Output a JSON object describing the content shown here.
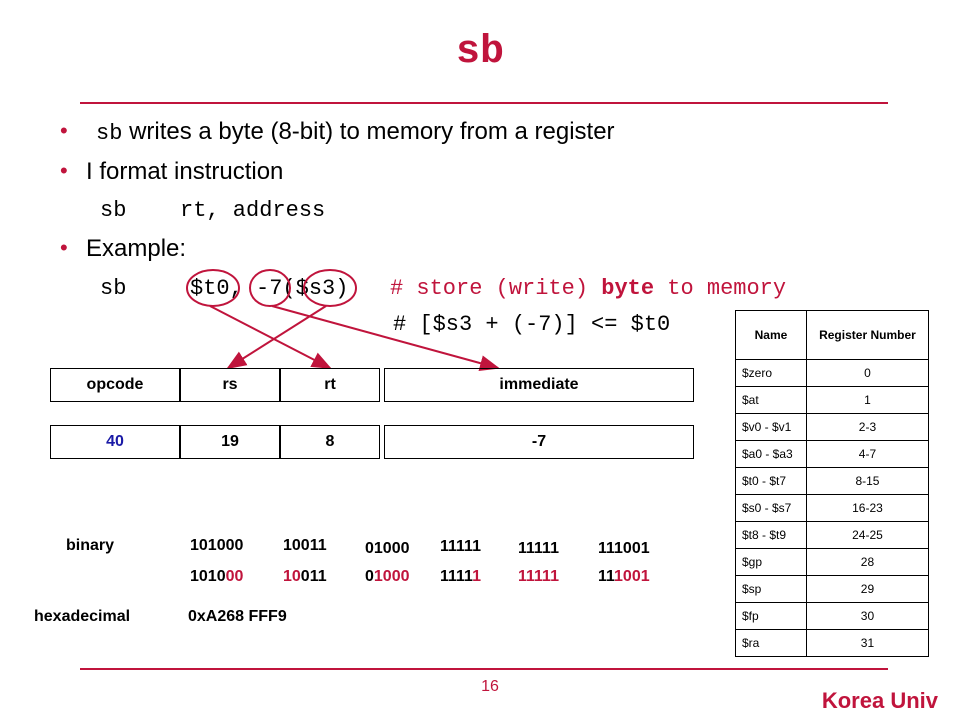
{
  "slide": {
    "title": "sb",
    "bullets": [
      {
        "code": "sb",
        "text": "writes a byte (8-bit) to memory from a register"
      },
      {
        "text": "I format instruction"
      },
      {
        "text": "Example:"
      }
    ],
    "syntax": {
      "op": "sb",
      "args": "rt, address"
    },
    "example": {
      "op": "sb",
      "args": "$t0, -7($s3)",
      "comment1_prefix": "# store (write)",
      "comment1_bold": "byte",
      "comment1_suffix": "to memory",
      "comment2": "# [$s3 + (-7)] <= $t0"
    },
    "fields": {
      "headers": [
        "opcode",
        "rs",
        "rt",
        "immediate"
      ],
      "values": [
        "40",
        "19",
        "8",
        "-7"
      ]
    },
    "binary": {
      "label": "binary",
      "row1": [
        "101000",
        "10011",
        "01000",
        "11111",
        "11111",
        "111001"
      ],
      "row2": [
        "101000",
        "10011",
        "01000",
        "11111",
        "11111",
        "111001"
      ]
    },
    "hex": {
      "label": "hexadecimal",
      "value": "0xA268 FFF9"
    },
    "page_number": "16",
    "footer": "Korea Univ"
  },
  "register_table": {
    "headers": [
      "Name",
      "Register Number"
    ],
    "rows": [
      [
        "$zero",
        "0"
      ],
      [
        "$at",
        "1"
      ],
      [
        "$v0 - $v1",
        "2-3"
      ],
      [
        "$a0 - $a3",
        "4-7"
      ],
      [
        "$t0 - $t7",
        "8-15"
      ],
      [
        "$s0 - $s7",
        "16-23"
      ],
      [
        "$t8 - $t9",
        "24-25"
      ],
      [
        "$gp",
        "28"
      ],
      [
        "$sp",
        "29"
      ],
      [
        "$fp",
        "30"
      ],
      [
        "$ra",
        "31"
      ]
    ]
  },
  "colors": {
    "accent": "#c0143c",
    "opcode_value": "#1a1aa6"
  }
}
